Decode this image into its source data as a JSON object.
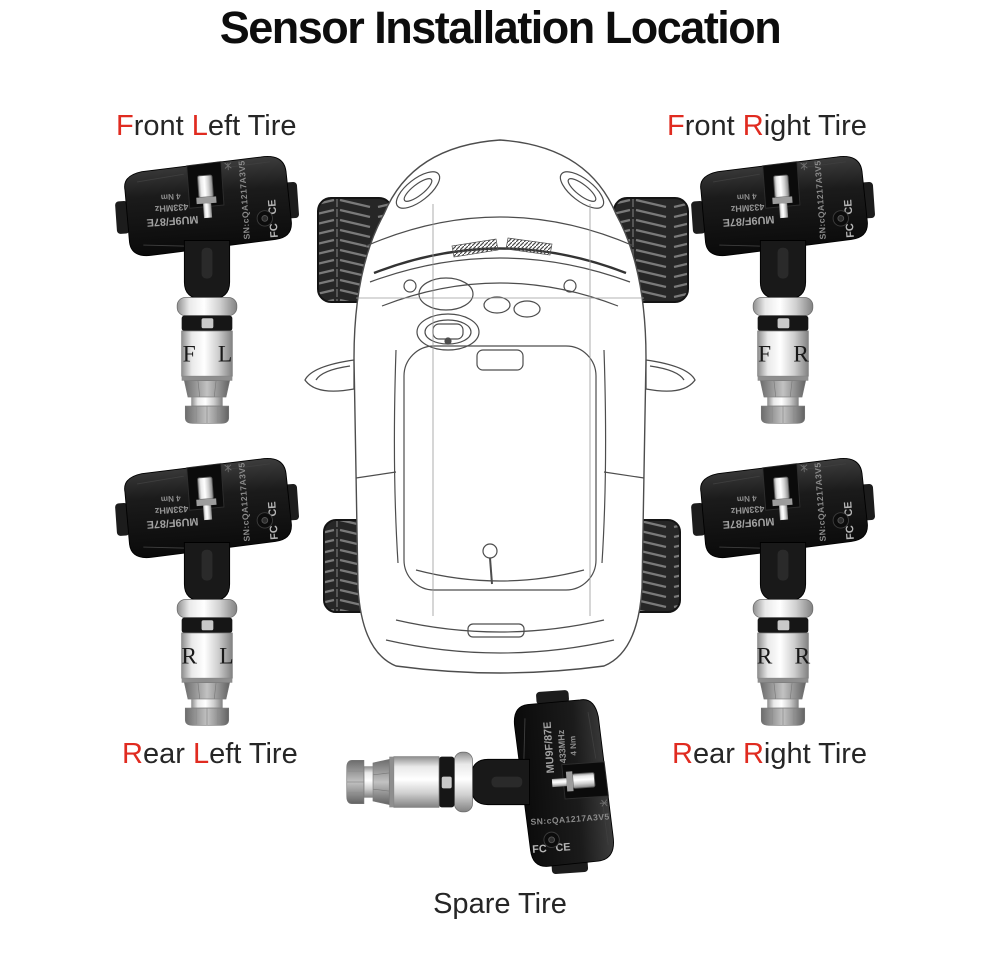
{
  "title": "Sensor Installation Location",
  "colors": {
    "accent_red": "#e02b20"
  },
  "tire_labels": {
    "front_left": {
      "a": "F",
      "b": "ront ",
      "c": "L",
      "d": "eft Tire"
    },
    "front_right": {
      "a": "F",
      "b": "ront ",
      "c": "R",
      "d": "ight Tire"
    },
    "rear_left": {
      "a": "R",
      "b": "ear ",
      "c": "L",
      "d": "eft Tire"
    },
    "rear_right": {
      "a": "R",
      "b": "ear ",
      "c": "R",
      "d": "ight Tire"
    },
    "spare": {
      "text": "Spare Tire"
    }
  },
  "sensor": {
    "model": "MU9F/87E",
    "frequency": "433MHz",
    "torque": "4 Nm",
    "serial": "SN:cQA1217A3V5",
    "cert_fcc": "FC",
    "cert_ce": "CE",
    "positions": {
      "front_left": "F L",
      "front_right": "F R",
      "rear_left": "R L",
      "rear_right": "R R"
    }
  }
}
